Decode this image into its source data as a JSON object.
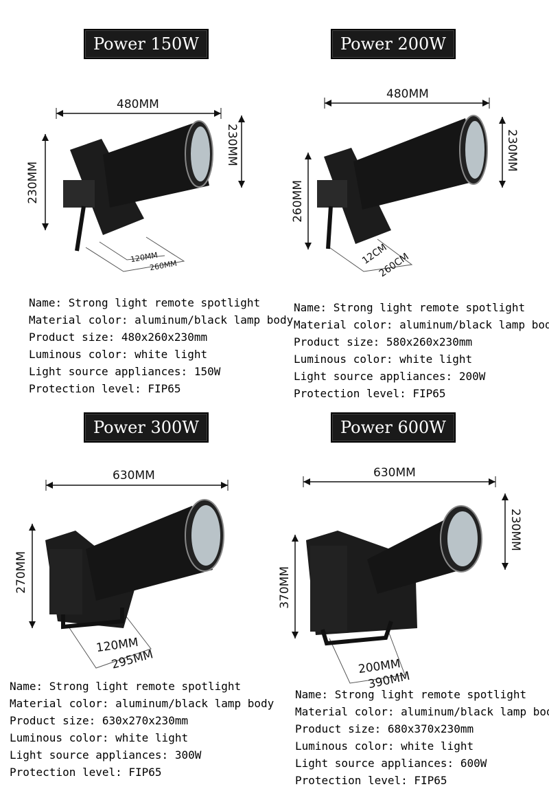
{
  "products": [
    {
      "badge": "Power 150W",
      "dims": {
        "top": "480MM",
        "right": "230MM",
        "left": "230MM",
        "base_inner": "120MM",
        "base_outer": "260MM"
      },
      "specs": [
        "Name: Strong light remote spotlight",
        "Material color: aluminum/black lamp body",
        "Product size: 480x260x230mm",
        "Luminous color: white light",
        "Light source appliances: 150W",
        "Protection level: FIP65"
      ]
    },
    {
      "badge": "Power 200W",
      "dims": {
        "top": "480MM",
        "right": "230MM",
        "left": "260MM",
        "base_inner": "12CM",
        "base_outer": "260CM"
      },
      "specs": [
        "Name: Strong light remote spotlight",
        "Material color: aluminum/black lamp body",
        "Product size: 580x260x230mm",
        "Luminous color: white light",
        "Light source appliances: 200W",
        "Protection level: FIP65"
      ]
    },
    {
      "badge": "Power 300W",
      "dims": {
        "top": "630MM",
        "right": "",
        "left": "270MM",
        "base_inner": "120MM",
        "base_outer": "295MM"
      },
      "specs": [
        "Name: Strong light remote spotlight",
        "Material color: aluminum/black lamp body",
        "Product size: 630x270x230mm",
        "Luminous color: white light",
        "Light source appliances: 300W",
        "Protection level: FIP65"
      ]
    },
    {
      "badge": "Power 600W",
      "dims": {
        "top": "630MM",
        "right": "230MM",
        "left": "370MM",
        "base_inner": "200MM",
        "base_outer": "390MM"
      },
      "specs": [
        "Name: Strong light remote spotlight",
        "Material color: aluminum/black lamp body",
        "Product size: 680x370x230mm",
        "Luminous color: white light",
        "Light source appliances: 600W",
        "Protection level: FIP65"
      ]
    }
  ],
  "colors": {
    "badge_bg": "#1a1a1a",
    "lamp_body": "#151515",
    "lens": "#b9c3c8"
  }
}
